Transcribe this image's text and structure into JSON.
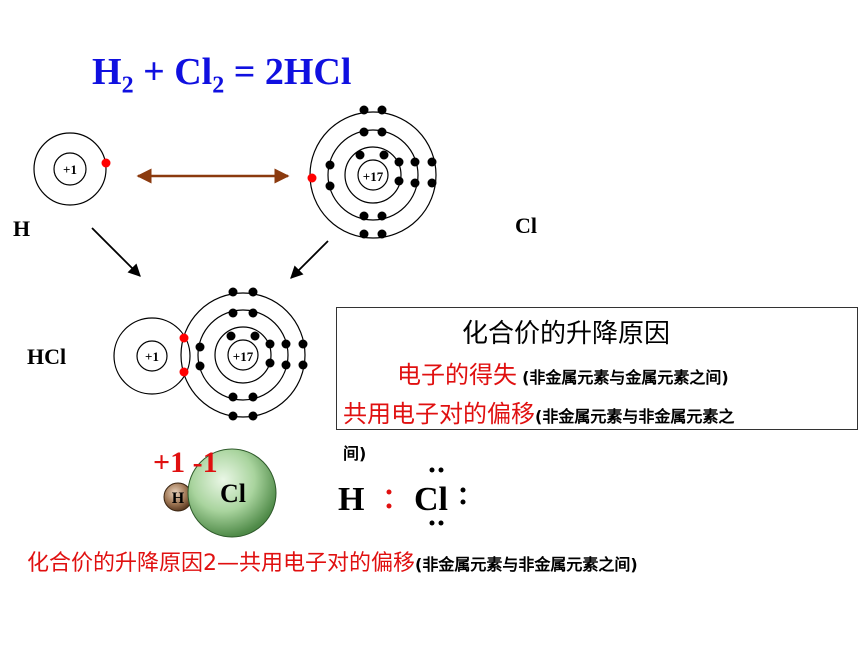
{
  "equation": {
    "h": "H",
    "h_sub": "2",
    "plus": " + ",
    "cl": "Cl",
    "cl_sub": "2",
    "rest": " = 2HCl"
  },
  "labels": {
    "h_atom": "H",
    "cl_atom": "Cl",
    "hcl": "HCl",
    "h_nucleus": "+1",
    "cl_nucleus": "+17"
  },
  "box": {
    "title": "化合价的升降原因",
    "line1_main": "电子的得失",
    "line1_note": "(非金属元素与金属元素之间)",
    "line2_main": "共用电子对的偏移",
    "line2_note": "(非金属元素与非金属元素之",
    "line2_wrap": "间)"
  },
  "model": {
    "charge_h": "+1",
    "charge_cl": "-1",
    "ball_h": "H",
    "ball_cl": "Cl"
  },
  "lewis": {
    "h": "H",
    "cl": "Cl"
  },
  "bottom": {
    "main": "化合价的升降原因2—共用电子对的偏移",
    "note": "(非金属元素与非金属元素之间)"
  },
  "colors": {
    "equation": "#1010e0",
    "emphasis": "#e01010",
    "arrow_double": "#8b3a0e",
    "electron_red": "#ff0000"
  }
}
